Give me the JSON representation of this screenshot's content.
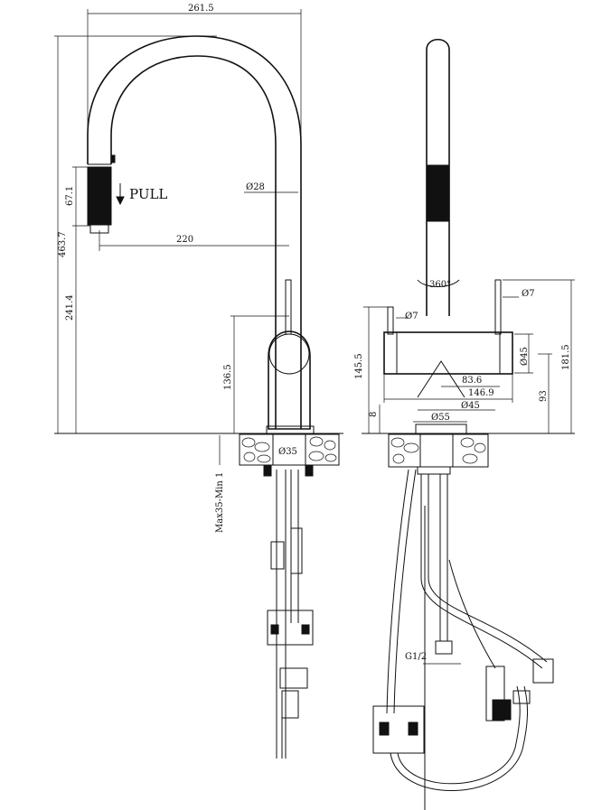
{
  "labels": {
    "pull": "PULL",
    "total_width": "261.5",
    "total_height": "463.7",
    "spout_reach": "220",
    "spout_dia": "Ø28",
    "handle_height": "67.1",
    "lower_height": "241.4",
    "body_height": "136.5",
    "base_dia": "Ø35",
    "counter_thickness": "Max35-Min 1",
    "rotation": "360°",
    "lever_dia_right": "Ø7",
    "lever_dia_left": "Ø7",
    "side_height": "145.5",
    "body_dia": "Ø45",
    "lever_center": "83.6",
    "body_length": "146.9",
    "side_total": "181.5",
    "side_lower": "93",
    "base_gap": "8",
    "body_width": "Ø45",
    "base_plate": "Ø55",
    "thread": "G1/2"
  }
}
